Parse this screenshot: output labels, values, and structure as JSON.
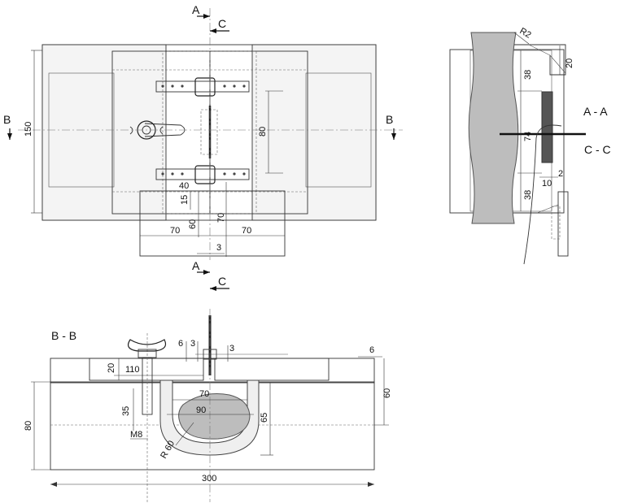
{
  "views": {
    "top": {
      "section_marks": {
        "a": "A",
        "c": "C",
        "b": "B"
      },
      "dims": {
        "height_150": "150",
        "span_80": "80",
        "d40": "40",
        "d15": "15",
        "d60": "60",
        "d70_vert": "70",
        "d70_left": "70",
        "d70_right": "70",
        "d3": "3"
      }
    },
    "section_aa": {
      "labels": {
        "aa": "A - A",
        "cc": "C - C"
      },
      "dims": {
        "r2": "R2",
        "d20": "20",
        "d38_top": "38",
        "d74": "74",
        "d38_bottom": "38",
        "d10": "10",
        "d2": "2"
      }
    },
    "section_bb": {
      "title": "B - B",
      "marks": {
        "a": "A",
        "c": "C"
      },
      "dims": {
        "d6_a": "6",
        "d3_a": "3",
        "d3_b": "3",
        "d6_b": "6",
        "d20": "20",
        "d110": "110",
        "d35": "35",
        "m8": "M8",
        "d80": "80",
        "d70": "70",
        "d90": "90",
        "d65": "65",
        "d60": "60",
        "r60": "R 60",
        "d300": "300"
      }
    }
  },
  "colors": {
    "line": "#333333",
    "fill_grey": "#bdbdbd",
    "fill_dark": "#555555"
  }
}
